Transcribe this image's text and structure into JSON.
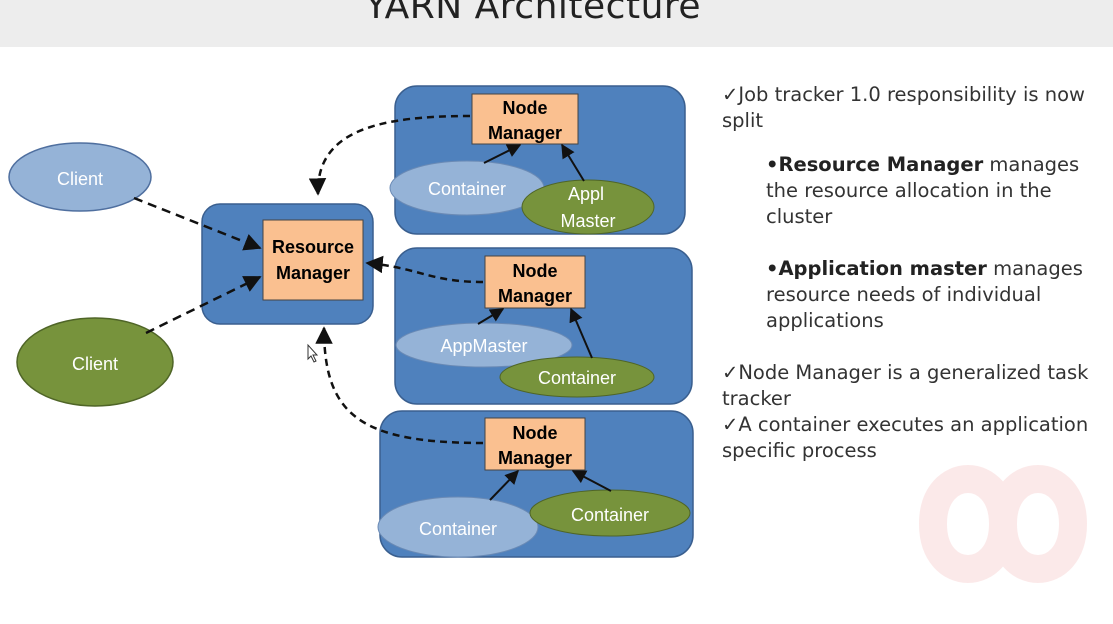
{
  "title": "YARN Architecture",
  "diagram": {
    "clients": [
      "Client",
      "Client"
    ],
    "resource_manager": [
      "Resource",
      "Manager"
    ],
    "node_managers": [
      {
        "label": [
          "Node",
          "Manager"
        ],
        "container": "Container",
        "app": [
          "Appl",
          "Master"
        ]
      },
      {
        "label": [
          "Node",
          "Manager"
        ],
        "container": "AppMaster",
        "app": [
          "Container"
        ]
      },
      {
        "label": [
          "Node",
          "Manager"
        ],
        "container": "Container",
        "app": [
          "Container"
        ]
      }
    ]
  },
  "notes": {
    "line1": "✓Job tracker 1.0 responsibility is now split",
    "rm_bold": "•Resource Manager",
    "rm_rest": " manages the resource allocation in the cluster",
    "am_bold": "•Application master",
    "am_rest": " manages resource needs of individual applications",
    "line2": "✓Node Manager is a generalized task tracker",
    "line3": "✓A container executes an application specific process"
  },
  "colors": {
    "node_box": "#4f81bd",
    "manager_box": "#fac090",
    "light_ellipse": "#95b3d7",
    "green_ellipse": "#77933c"
  }
}
